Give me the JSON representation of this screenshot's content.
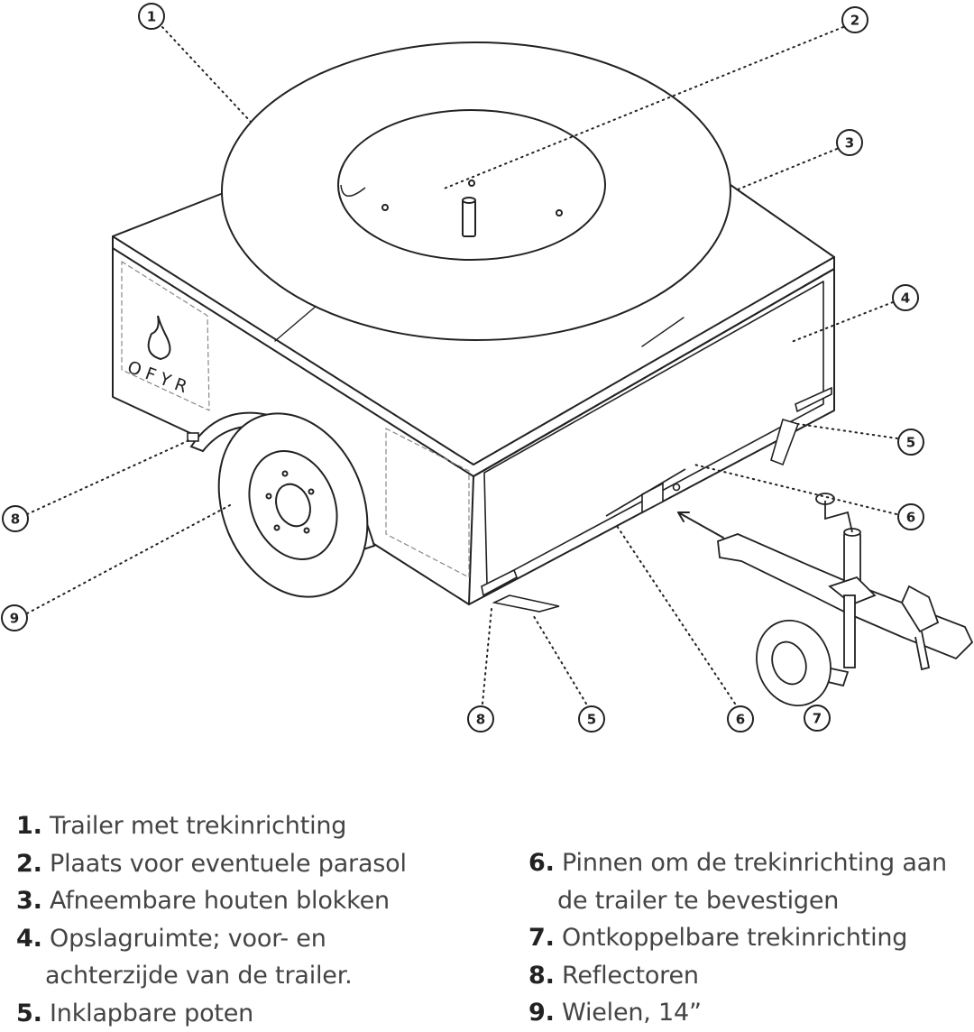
{
  "brand": {
    "logo_text": "OFYR"
  },
  "callouts": [
    {
      "number": "1"
    },
    {
      "number": "2"
    },
    {
      "number": "3"
    },
    {
      "number": "4"
    },
    {
      "number": "5"
    },
    {
      "number": "6"
    },
    {
      "number": "7"
    },
    {
      "number": "8"
    },
    {
      "number": "9"
    },
    {
      "number": "8"
    },
    {
      "number": "5"
    },
    {
      "number": "6"
    }
  ],
  "legend": [
    {
      "num": "1.",
      "text": "Trailer met trekinrichting",
      "cont": ""
    },
    {
      "num": "2.",
      "text": "Plaats voor eventuele parasol",
      "cont": ""
    },
    {
      "num": "3.",
      "text": "Afneembare houten blokken",
      "cont": ""
    },
    {
      "num": "4.",
      "text": "Opslagruimte; voor- en",
      "cont": "achterzijde van de trailer."
    },
    {
      "num": "5.",
      "text": "Inklapbare poten",
      "cont": ""
    },
    {
      "num": "6.",
      "text": "Pinnen om de trekinrichting aan",
      "cont": "de trailer te bevestigen"
    },
    {
      "num": "7.",
      "text": "Ontkoppelbare trekinrichting",
      "cont": ""
    },
    {
      "num": "8.",
      "text": "Reflectoren",
      "cont": ""
    },
    {
      "num": "9.",
      "text": "Wielen, 14”",
      "cont": ""
    }
  ]
}
